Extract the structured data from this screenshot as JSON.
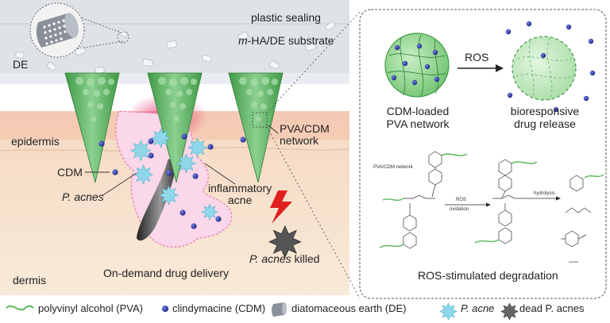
{
  "left_panel": {
    "plastic_sealing": "plastic sealing",
    "substrate_prefix": "m",
    "substrate_rest": "-HA/DE substrate",
    "de_label": "DE",
    "epidermis": "epidermis",
    "dermis": "dermis",
    "pva_cdm_network_1": "PVA/CDM",
    "pva_cdm_network_2": "network",
    "cdm_label": "CDM",
    "p_acnes_label": "P. acnes",
    "inflammatory_1": "inflammatory",
    "inflammatory_2": "acne",
    "killed_italic": "P. acnes",
    "killed_rest": " killed",
    "caption": "On-demand drug delivery"
  },
  "right_panel": {
    "ros_arrow": "ROS",
    "cdm_loaded_1": "CDM-loaded",
    "cdm_loaded_2": "PVA network",
    "bioresponsive_1": "bioresponsive",
    "bioresponsive_2": "drug release",
    "scheme_title": "PVA/CDM network",
    "ros_small": "ROS",
    "oxidation_small": "oxidation",
    "hydrolysis_small": "hydrolysis",
    "caption": "ROS-stimulated degradation"
  },
  "legend": {
    "pva": "polyvinyl alcohol (PVA)",
    "cdm": "clindymacine (CDM)",
    "de": "diatomaceous earth (DE)",
    "p_acne": "P. acne",
    "dead": "dead P. acnes"
  },
  "colors": {
    "needle_green": "#5cb85c",
    "drug_blue": "#1f2a8c",
    "bacteria_cyan": "#7fd6e8",
    "skin_pink": "#f5a7b8",
    "substrate_gray": "#d9dde3",
    "bolt_red": "#e02020"
  }
}
